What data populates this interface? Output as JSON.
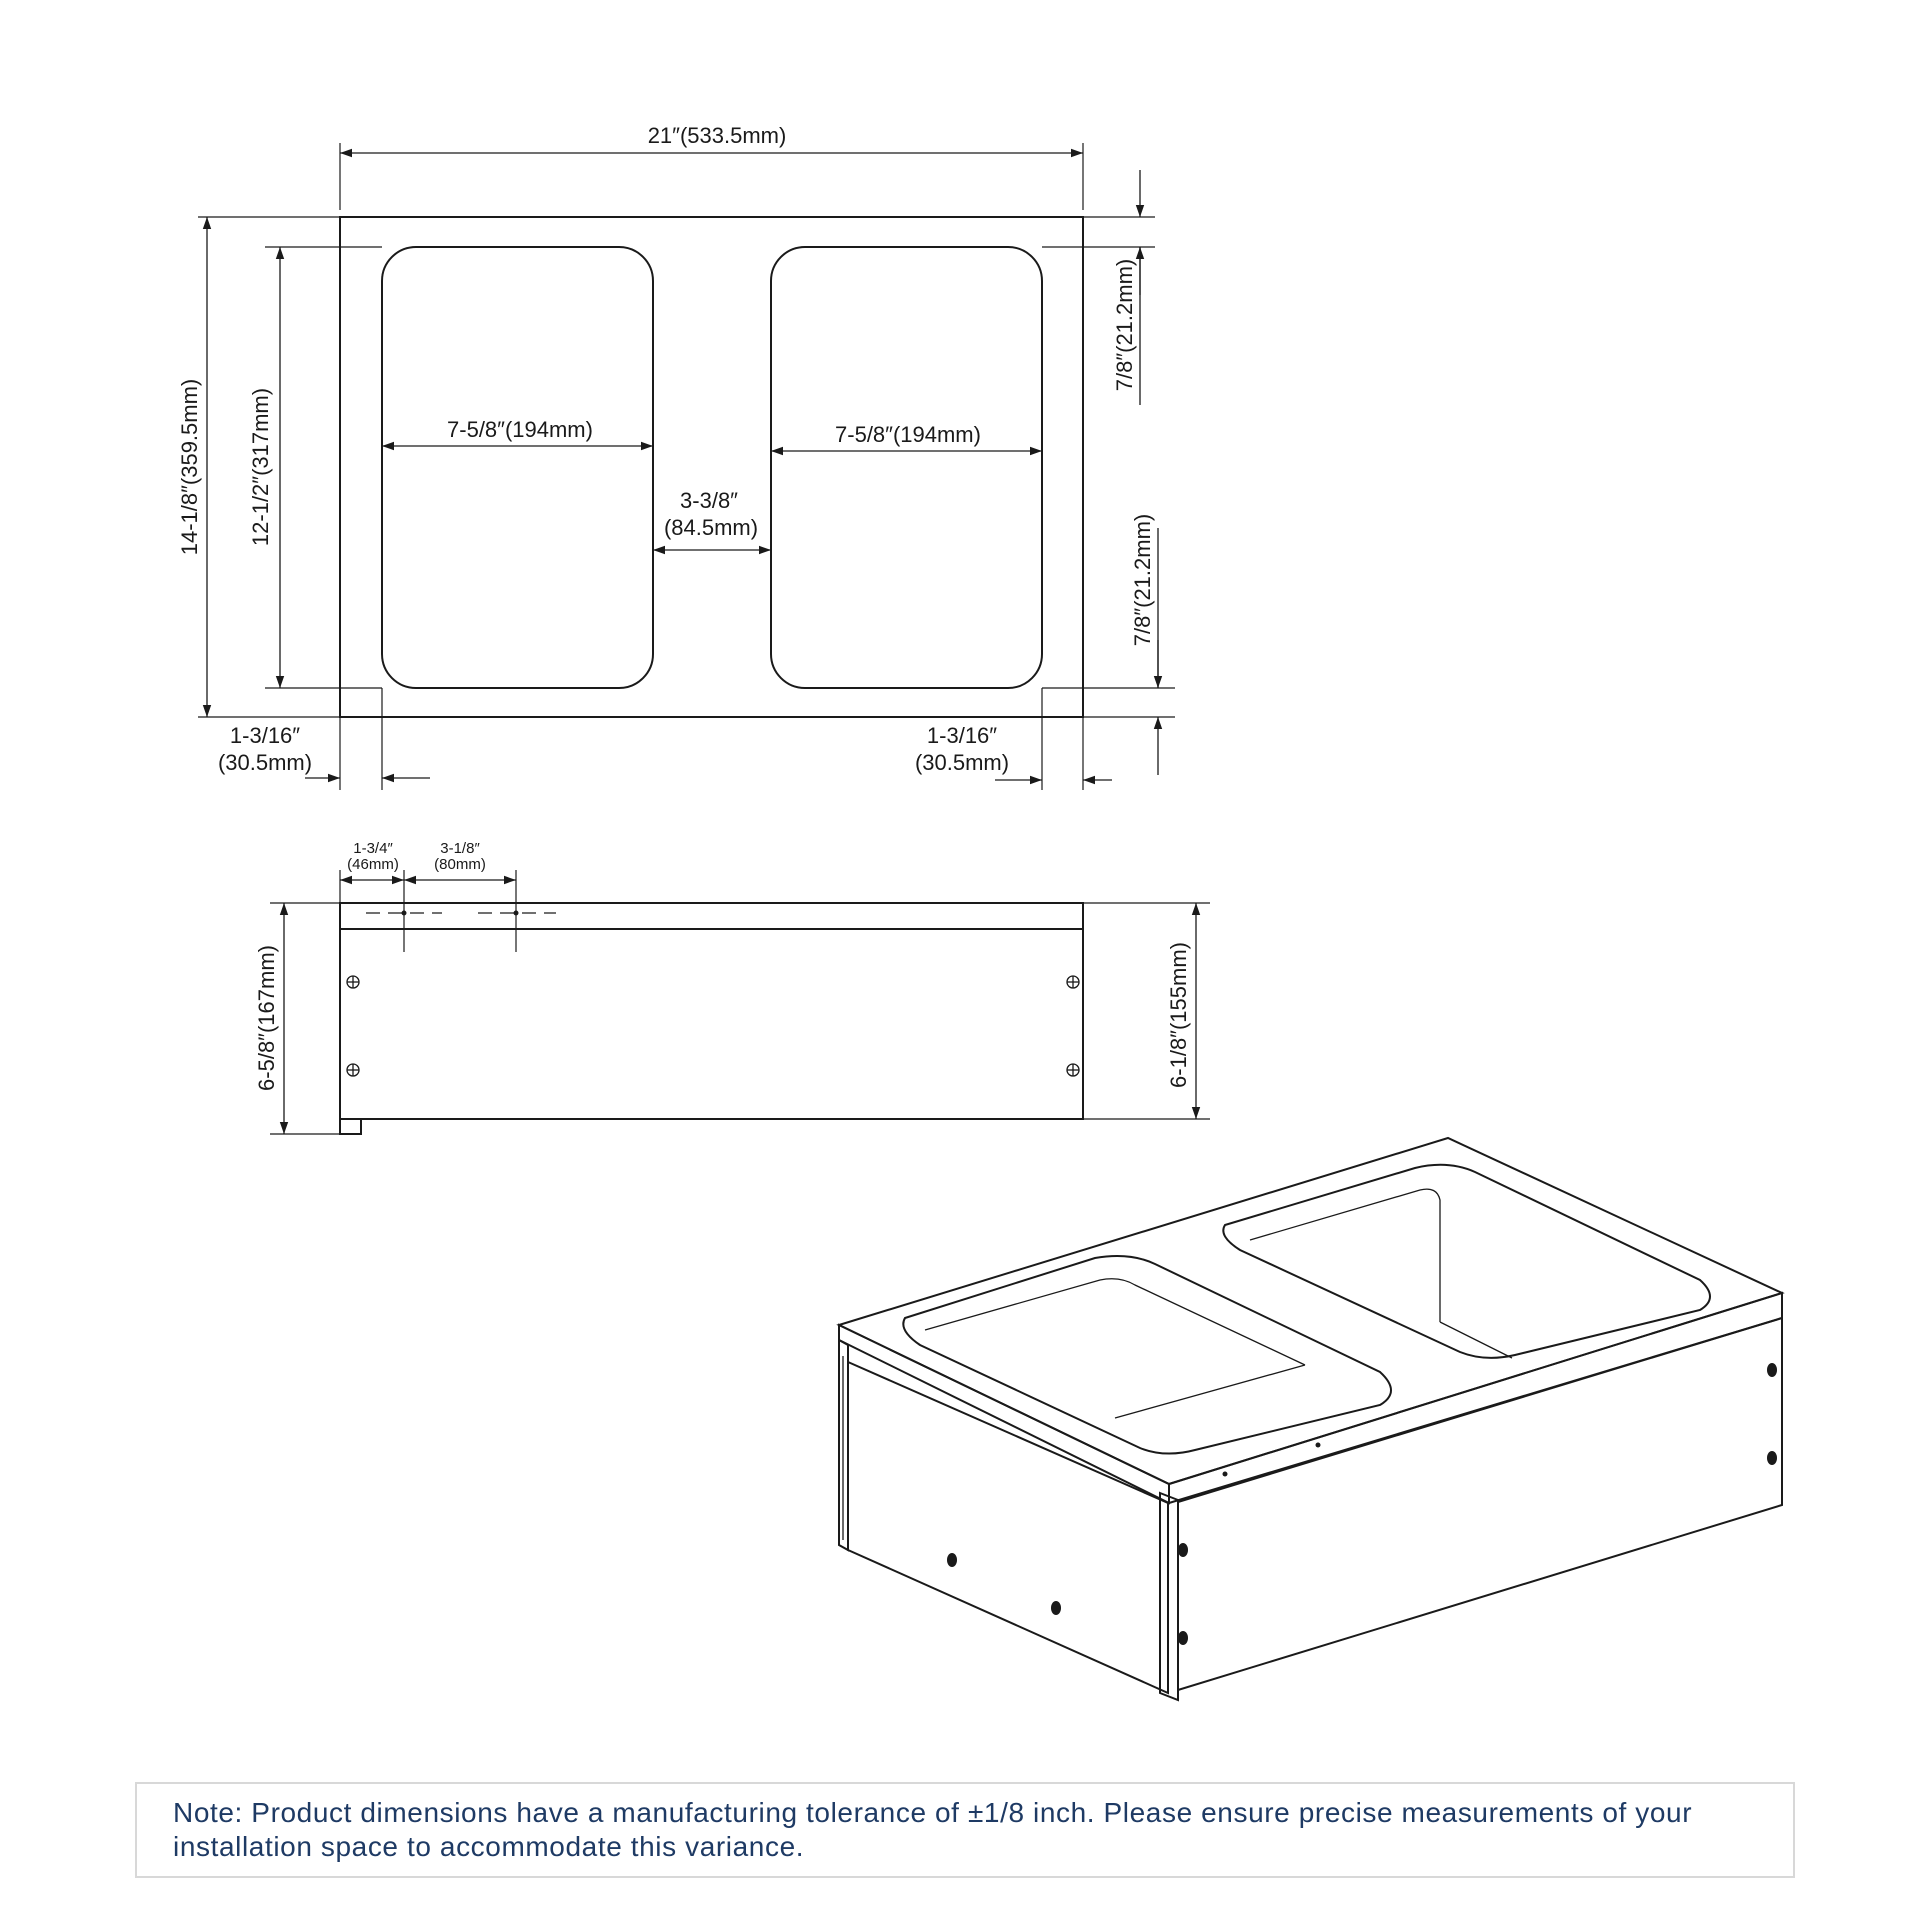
{
  "top_view": {
    "overall_width": "21″(533.5mm)",
    "overall_depth": "14-1/8″(359.5mm)",
    "well_depth": "12-1/2″(317mm)",
    "well_width_left": "7-5/8″(194mm)",
    "well_width_right": "7-5/8″(194mm)",
    "divider_width_line1": "3-3/8″",
    "divider_width_line2": "(84.5mm)",
    "top_margin": "7/8″(21.2mm)",
    "bottom_margin": "7/8″(21.2mm)",
    "left_margin_line1": "1-3/16″",
    "left_margin_line2": "(30.5mm)",
    "right_margin_line1": "1-3/16″",
    "right_margin_line2": "(30.5mm)"
  },
  "side_view": {
    "hole_offset_line1": "1-3/4″",
    "hole_offset_line2": "(46mm)",
    "hole_spacing_line1": "3-1/8″",
    "hole_spacing_line2": "(80mm)",
    "total_height": "6-5/8″(167mm)",
    "body_height": "6-1/8″(155mm)"
  },
  "note": {
    "text": "Note: Product dimensions have a manufacturing tolerance of ±1/8 inch. Please ensure precise measurements of your installation space to accommodate this variance."
  }
}
